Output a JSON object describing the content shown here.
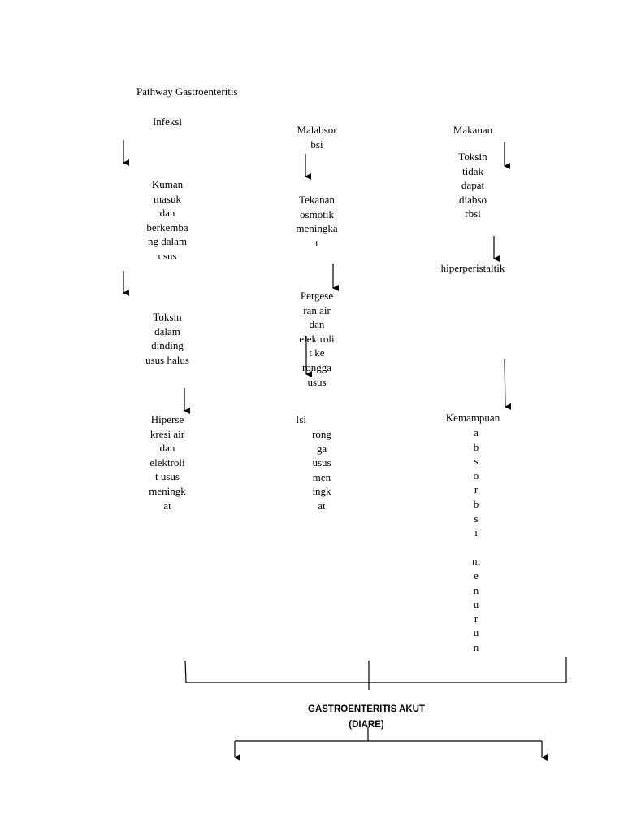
{
  "title": "Pathway Gastroenteritis",
  "col1": {
    "infeksi": "Infeksi",
    "kuman": "Kuman\nmasuk\ndan\nberkemba\nng dalam\nusus",
    "toksin": "Toksin\ndalam\ndinding\nusus halus",
    "hipersekresi": "Hiperse\nkresi air\ndan\nelektroli\nt usus\nmeningk\nat"
  },
  "col2": {
    "malabsorbsi": "Malabsor\nbsi",
    "tekanan": "Tekanan\nosmotik\nmeningka\nt",
    "pergeseran": "Pergese\nran air\ndan\nelektroli\nt ke\nrongga\nusus",
    "isi_word": "Isi",
    "isi_rest": "rong\nga\nusus\nmen\ningk\nat"
  },
  "col3": {
    "makanan": "Makanan",
    "toksin": "Toksin\ntidak\ndapat\ndiabso\nrbsi",
    "hiperperistaltik": "hiperperistaltik",
    "kemampuan": "Kemampuan",
    "absorbsi_menurun": "a\nb\ns\no\nr\nb\ns\ni\n\nm\ne\nn\nu\nr\nu\nn"
  },
  "result": {
    "label": "GASTROENTERITIS AKUT\n(DIARE)"
  }
}
